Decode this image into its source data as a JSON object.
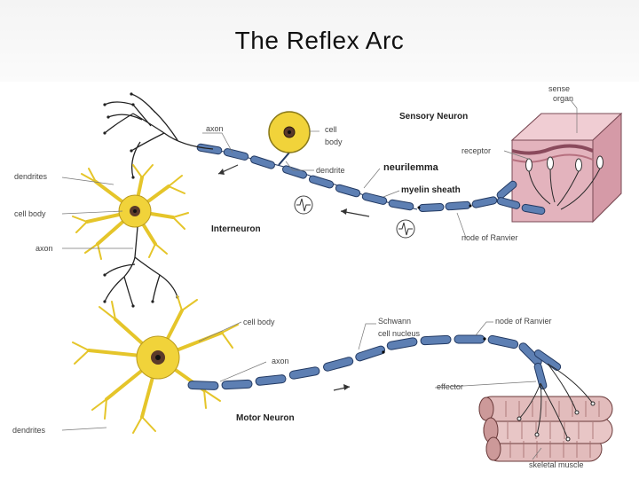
{
  "slide": {
    "title": "The Reflex Arc"
  },
  "diagram": {
    "labels": {
      "sense_organ_line1": "sense",
      "sense_organ_line2": "organ",
      "sensory_neuron": "Sensory Neuron",
      "axon_top": "axon",
      "cell_body_top_line1": "cell",
      "cell_body_top_line2": "body",
      "receptor": "receptor",
      "dendrite": "dendrite",
      "neurilemma": "neurilemma",
      "myelin_sheath": "myelin sheath",
      "dendrites_left": "dendrites",
      "cell_body_left": "cell body",
      "axon_left": "axon",
      "interneuron": "Interneuron",
      "node_of_ranvier_top": "node of Ranvier",
      "cell_body_motor": "cell body",
      "schwann_line1": "Schwann",
      "schwann_line2": "cell nucleus",
      "node_of_ranvier_bottom": "node of Ranvier",
      "axon_motor": "axon",
      "effector": "effector",
      "motor_neuron": "Motor Neuron",
      "dendrites_bottom": "dendrites",
      "skeletal_muscle": "skeletal muscle"
    },
    "colors": {
      "axon": "#5d7fb3",
      "neuron_body": "#f1d33a",
      "skin": "#e3b3bd",
      "muscle": "#e2bcbc"
    }
  }
}
